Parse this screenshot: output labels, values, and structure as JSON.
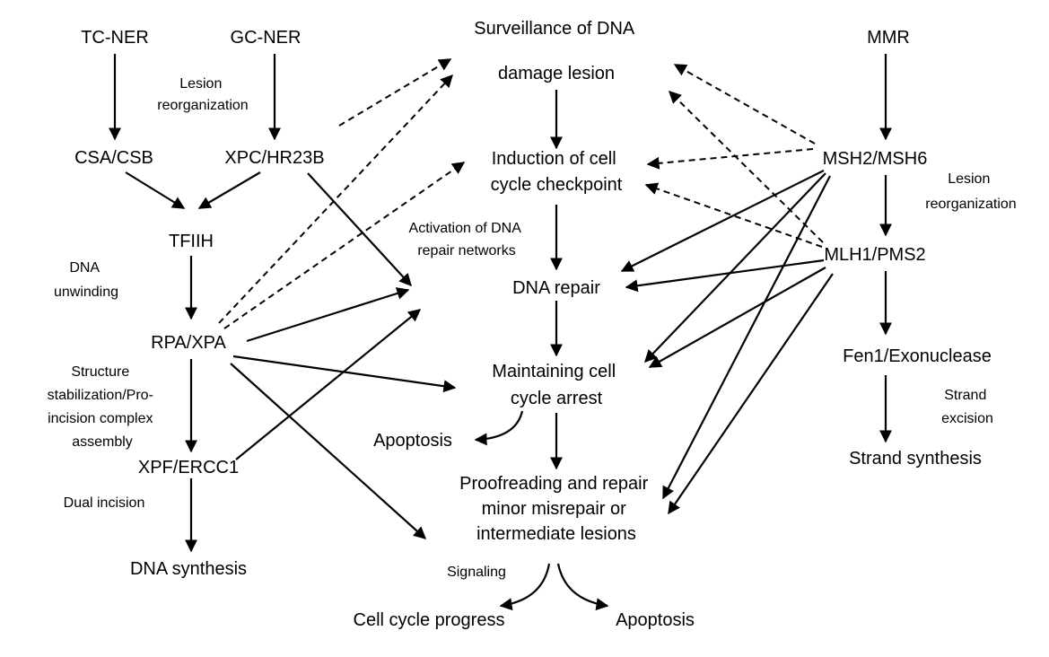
{
  "nodes": {
    "tc_ner": "TC-NER",
    "gc_ner": "GC-NER",
    "csa_csb": "CSA/CSB",
    "xpc_hr23b": "XPC/HR23B",
    "tfiih": "TFIIH",
    "rpa_xpa": "RPA/XPA",
    "xpf_ercc1": "XPF/ERCC1",
    "dna_synthesis": "DNA synthesis",
    "surveillance": [
      "Surveillance of DNA",
      "damage lesion"
    ],
    "induction": [
      "Induction of cell",
      "cycle checkpoint"
    ],
    "dna_repair": "DNA repair",
    "maintaining": [
      "Maintaining cell",
      "cycle arrest"
    ],
    "apoptosis_mid": "Apoptosis",
    "proofreading": [
      "Proofreading and repair",
      "minor misrepair or",
      "intermediate lesions"
    ],
    "cell_cycle_progress": "Cell cycle progress",
    "apoptosis_bottom": "Apoptosis",
    "mmr": "MMR",
    "msh2_msh6": "MSH2/MSH6",
    "mlh1_pms2": "MLH1/PMS2",
    "fen1": "Fen1/Exonuclease",
    "strand_synthesis": "Strand synthesis"
  },
  "edge_labels": {
    "lesion_reorg_left": [
      "Lesion",
      "reorganization"
    ],
    "dna_unwinding": [
      "DNA",
      "unwinding"
    ],
    "structure_stab": [
      "Structure",
      "stabilization/Pro-",
      "incision complex",
      "assembly"
    ],
    "dual_incision": "Dual incision",
    "activation": [
      "Activation of DNA",
      "repair networks"
    ],
    "signaling": "Signaling",
    "lesion_reorg_right": [
      "Lesion",
      "reorganization"
    ],
    "strand_excision": [
      "Strand",
      "excision"
    ]
  }
}
